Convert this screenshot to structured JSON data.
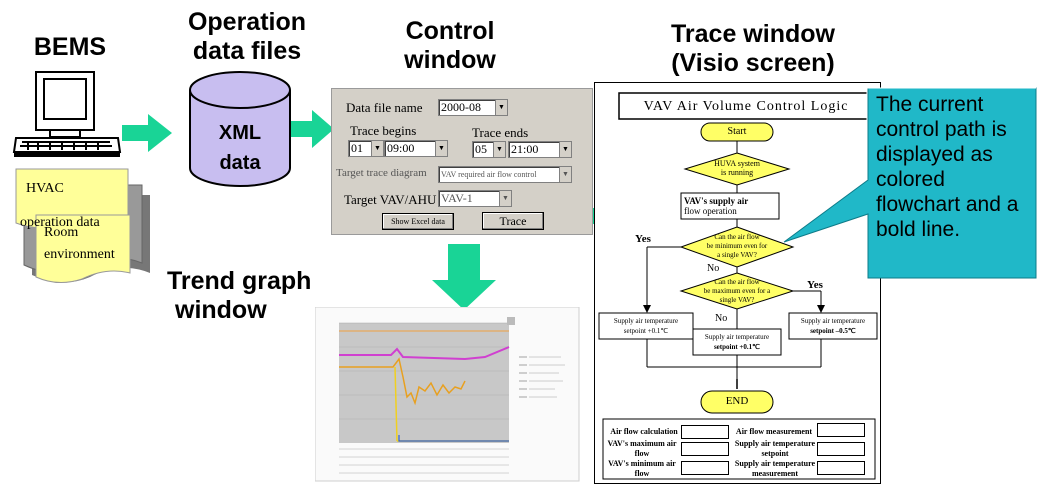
{
  "colors": {
    "arrow": "#19d496",
    "callout": "#20b8c8",
    "flow_yellow": "#ffff66",
    "cylinder": "#c8bef0",
    "control_bg": "#d4d0c8",
    "graph_bg": "#c8c8c8",
    "graph_line_pink": "#d040d0",
    "graph_line_yellow": "#f0d020"
  },
  "titles": {
    "bems": "BEMS",
    "operation_data_files": [
      "Operation",
      "data files"
    ],
    "control_window": [
      "Control",
      "window"
    ],
    "trace_window": [
      "Trace window",
      "(Visio screen)"
    ],
    "trend_graph_window": [
      "Trend graph",
      "window"
    ]
  },
  "documents": {
    "hvac": [
      "HVAC",
      "operation data"
    ],
    "room": [
      "Room",
      "environment"
    ]
  },
  "cylinder_label": [
    "XML",
    "data"
  ],
  "control": {
    "data_file_label": "Data file name",
    "data_file_value": "2000-08",
    "trace_begins_label": "Trace begins",
    "trace_ends_label": "Trace ends",
    "begin_day": "01",
    "begin_time": "09:00",
    "end_day": "05",
    "end_time": "21:00",
    "target_diagram_label": "Target trace diagram",
    "target_diagram_value": "VAV required air flow control",
    "target_vav_label": "Target VAV/AHU",
    "target_vav_value": "VAV-1",
    "show_excel_button": "Show Excel data",
    "trace_button": "Trace"
  },
  "flowchart": {
    "title": "VAV Air Volume Control Logic",
    "start": "Start",
    "decision1": [
      "HUVA system",
      "is running"
    ],
    "process1": [
      "VAV's supply air",
      "flow operation"
    ],
    "decision2": [
      "Can the air flow",
      "be minimum even for",
      "a single VAV?"
    ],
    "yes1": "Yes",
    "no1": "No",
    "decision3": [
      "Can the air flow",
      "be maximum even for a",
      "single VAV?"
    ],
    "yes2": "Yes",
    "no2": "No",
    "left_box": [
      "Supply air temperature",
      "setpoint +0.1℃"
    ],
    "mid_box": [
      "Supply air temperature",
      "setpoint +0.1℃"
    ],
    "right_box": [
      "Supply air temperature",
      "setpoint –0.5℃"
    ],
    "end": "END",
    "legend": {
      "left": [
        "Air flow calculation",
        "VAV's maximum air flow",
        "VAV's minimum air flow"
      ],
      "right": [
        "Air flow measurement",
        "Supply air temperature setpoint",
        "Supply air temperature measurement"
      ]
    }
  },
  "callout": "The current control path is displayed as colored flowchart and a bold line.",
  "trend_graph": {
    "legend_items": [
      "",
      "",
      "",
      "",
      "",
      ""
    ]
  }
}
